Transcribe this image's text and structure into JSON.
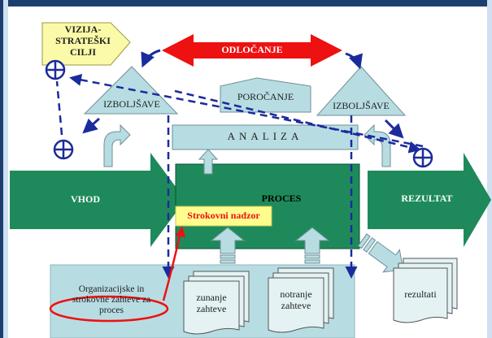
{
  "vision": "VIZIJA-\nSTRATEŠKI\nCILJI",
  "decision": "ODLOČANJE",
  "improve_left": "IZBOLJŠAVE",
  "improve_right": "IZBOLJŠAVE",
  "reporting": "POROČANJE",
  "analysis": "ANALIZA",
  "input": "VHOD",
  "process": "PROCES",
  "result": "REZULTAT",
  "supervision": "Strokovni nadzor",
  "requirements": "Organizacijske in strokovne zahteve za proces",
  "external_req": "zunanje\nzahteve",
  "internal_req": "notranje\nzahteve",
  "results_doc": "rezultati",
  "colors": {
    "process_green": "#1e8a5c",
    "pale_blue": "#b7dde3",
    "decision_red": "#ee1111",
    "vision_yellow": "#fafaa8",
    "dashed_blue": "#1c2b9c",
    "supervision_yellow": "#fdfd8e"
  }
}
